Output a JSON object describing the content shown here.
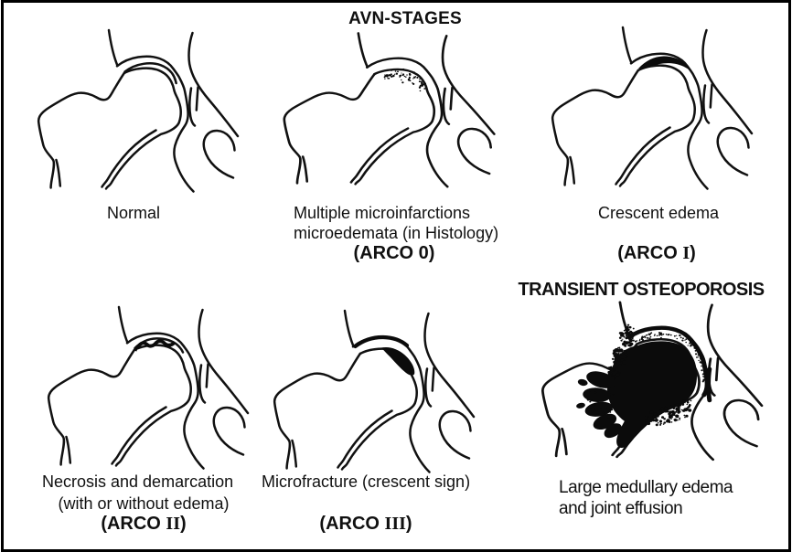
{
  "figure": {
    "title": "AVN-STAGES",
    "background_color": "#ffffff",
    "ink_color": "#111111",
    "panels": [
      {
        "name": "normal",
        "drawing": "hip-joint-normal",
        "caption": [
          "Normal"
        ]
      },
      {
        "name": "arco-0",
        "drawing": "hip-joint-microinfarctions",
        "caption": [
          "Multiple microinfarctions",
          "microedemata (in Histology)"
        ],
        "stage_label": "(ARCO 0)",
        "stage_prefix": "(ARCO ",
        "stage_numeral": "0",
        "stage_suffix": ")"
      },
      {
        "name": "arco-1",
        "drawing": "hip-joint-crescent-edema",
        "caption": [
          "Crescent edema"
        ],
        "stage_label": "(ARCO I)",
        "stage_prefix": "(ARCO ",
        "stage_numeral": "I",
        "stage_suffix": ")"
      },
      {
        "name": "arco-2",
        "drawing": "hip-joint-necrosis-demarcation",
        "caption": [
          "Necrosis and demarcation",
          "(with or without edema)"
        ],
        "stage_label": "(ARCO II)",
        "stage_prefix": "(ARCO ",
        "stage_numeral": "II",
        "stage_suffix": ")"
      },
      {
        "name": "arco-3",
        "drawing": "hip-joint-microfracture",
        "caption": [
          "Microfracture (crescent sign)"
        ],
        "stage_label": "(ARCO III)",
        "stage_prefix": "(ARCO ",
        "stage_numeral": "III",
        "stage_suffix": ")"
      },
      {
        "name": "transient-osteoporosis",
        "drawing": "hip-joint-transient-osteoporosis",
        "header": "TRANSIENT OSTEOPOROSIS",
        "caption": [
          "Large medullary edema",
          "and joint effusion"
        ]
      }
    ]
  }
}
